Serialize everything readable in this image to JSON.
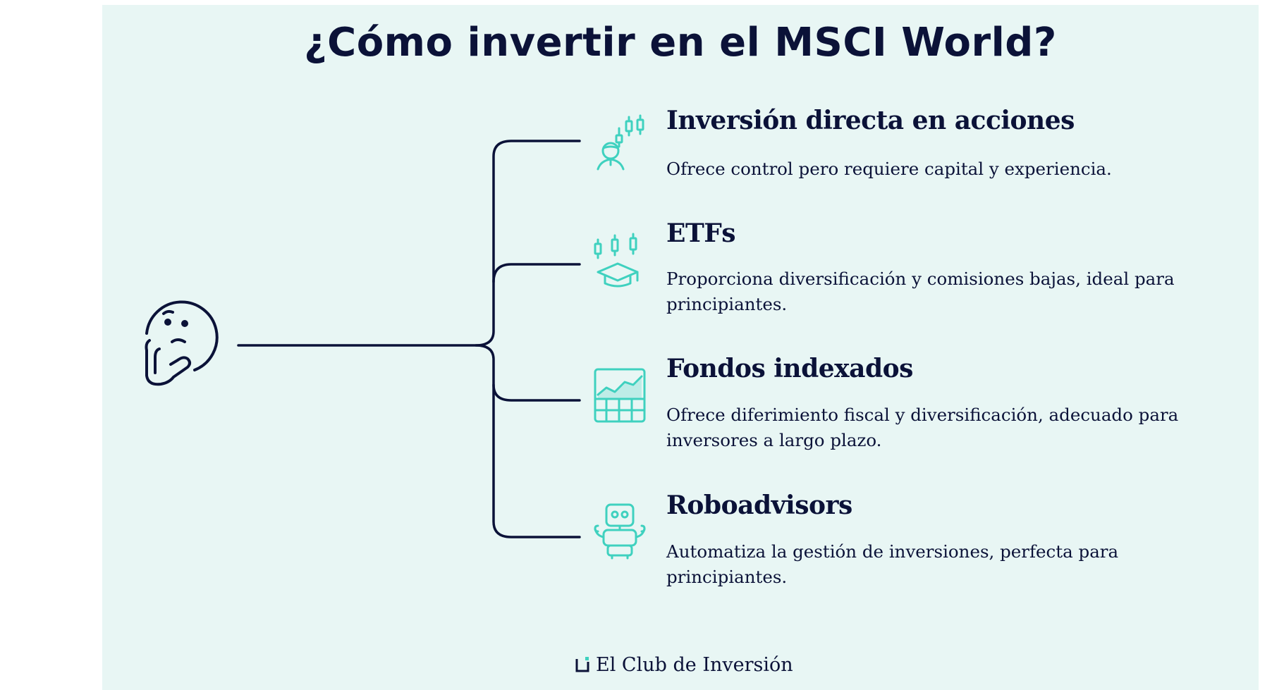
{
  "title": "¿Cómo invertir en el MSCI World?",
  "items": [
    {
      "title": "Inversión directa en acciones",
      "desc": "Ofrece control pero requiere capital y experiencia.",
      "icon": "investor-candlestick-icon"
    },
    {
      "title": "ETFs",
      "desc": "Proporciona diversificación y comisiones bajas, ideal para principiantes.",
      "icon": "graduation-candlestick-icon"
    },
    {
      "title": "Fondos indexados",
      "desc": "Ofrece diferimiento fiscal y diversificación, adecuado para inversores a largo plazo.",
      "icon": "spreadsheet-chart-icon"
    },
    {
      "title": "Roboadvisors",
      "desc": "Automatiza la gestión de inversiones, perfecta para principiantes.",
      "icon": "robot-icon"
    }
  ],
  "brand": "El Club de Inversión",
  "colors": {
    "background": "#e8f6f4",
    "text": "#0b1238",
    "accent": "#3fd1bf"
  }
}
